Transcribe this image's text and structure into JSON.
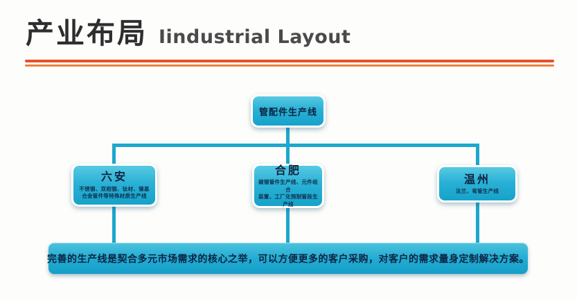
{
  "header": {
    "title_cn": "产业布局",
    "title_en": "Iindustrial Layout"
  },
  "diagram": {
    "root": {
      "label": "管配件生产线"
    },
    "children": [
      {
        "name": "六安",
        "desc_line1": "不锈钢、双相钢、钛材、镍基",
        "desc_line2": "合金管件等特殊材质生产线"
      },
      {
        "name": "合肥",
        "desc_line1": "碳钢管件生产线、元件组合",
        "desc_line2": "装置、工厂化预制管段生产线"
      },
      {
        "name": "温州",
        "desc_line1": "法兰、弯管生产线",
        "desc_line2": ""
      }
    ],
    "summary": "完善的生产线是契合多元市场需求的核心之举，可以方便更多的客户采购，对客户的需求量身定制解决方案。"
  },
  "colors": {
    "accent_cyan": "#1da7cd",
    "divider_orange": "#e6512b",
    "divider_orange_light": "#ec8040",
    "node_fill": "#29b1d6",
    "text_dark": "#0d2240"
  }
}
